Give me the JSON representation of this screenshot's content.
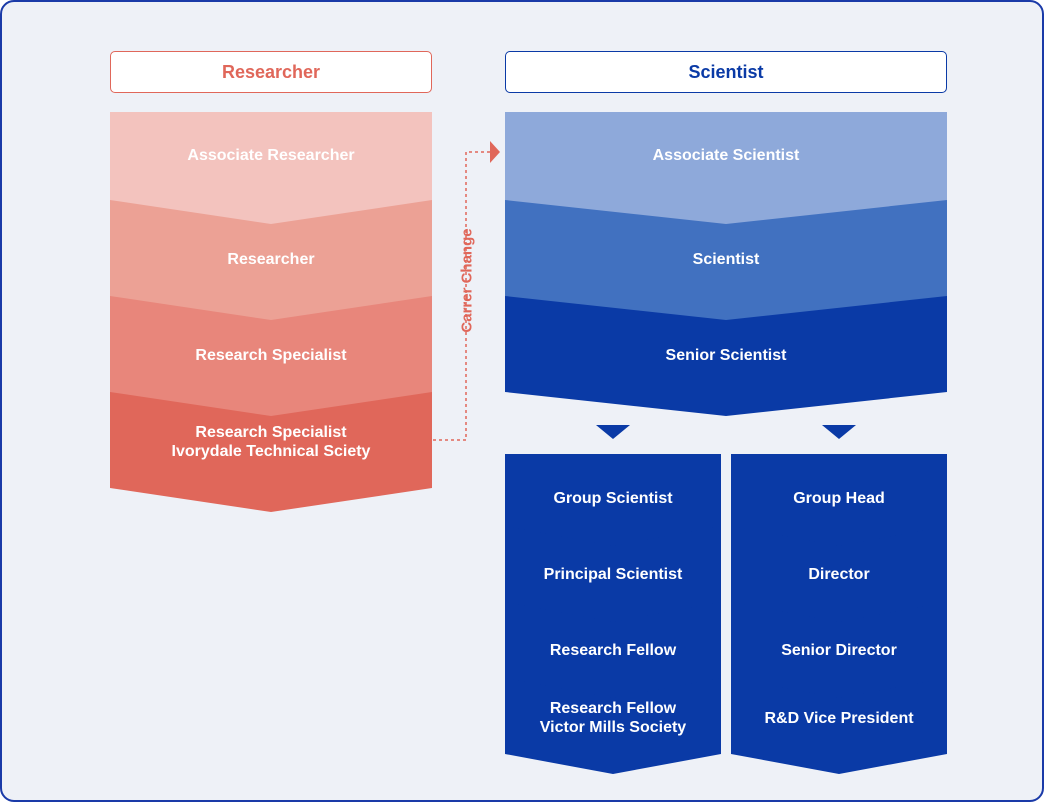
{
  "headers": {
    "researcher": "Researcher",
    "scientist": "Scientist"
  },
  "researcher_track": [
    "Associate Researcher",
    "Researcher",
    "Research Specialist",
    "Research Specialist\nIvorydale Technical Sciety"
  ],
  "scientist_track": [
    "Associate Scientist",
    "Scientist",
    "Senior Scientist"
  ],
  "technical_branch": [
    "Group Scientist",
    "Principal Scientist",
    "Research Fellow",
    "Research Fellow\nVictor Mills Society"
  ],
  "management_branch": [
    "Group Head",
    "Director",
    "Senior Director",
    "R&D Vice President"
  ],
  "career_change_label": "Carrer Change",
  "colors": {
    "researcher_header": "#e0675a",
    "researcher_shades": [
      "#f3c3be",
      "#eca195",
      "#e8867b",
      "#e0675a"
    ],
    "scientist_header": "#0a3aa6",
    "scientist_shades": [
      "#8ea9da",
      "#4171c0",
      "#0a3aa6"
    ],
    "branch": "#0a3aa6",
    "frame_border": "#1a3aa8",
    "background": "#eef1f7"
  }
}
